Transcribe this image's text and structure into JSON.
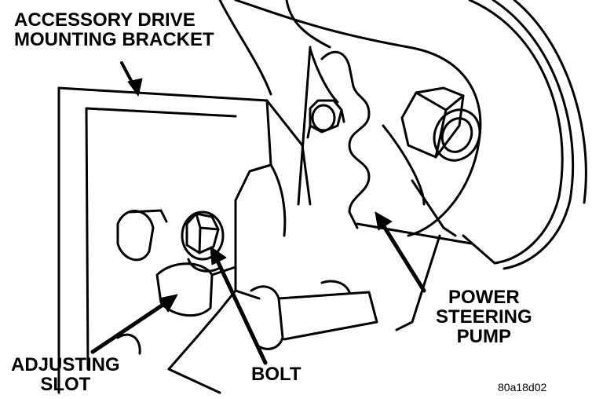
{
  "labels": {
    "bracket_line1": "ACCESSORY DRIVE",
    "bracket_line2": "MOUNTING BRACKET",
    "pump_line1": "POWER",
    "pump_line2": "STEERING",
    "pump_line3": "PUMP",
    "slot_line1": "ADJUSTING",
    "slot_line2": "SLOT",
    "bolt": "BOLT"
  },
  "figure_id": "80a18d02",
  "colors": {
    "line": "#000000",
    "paper": "#ffffff"
  }
}
